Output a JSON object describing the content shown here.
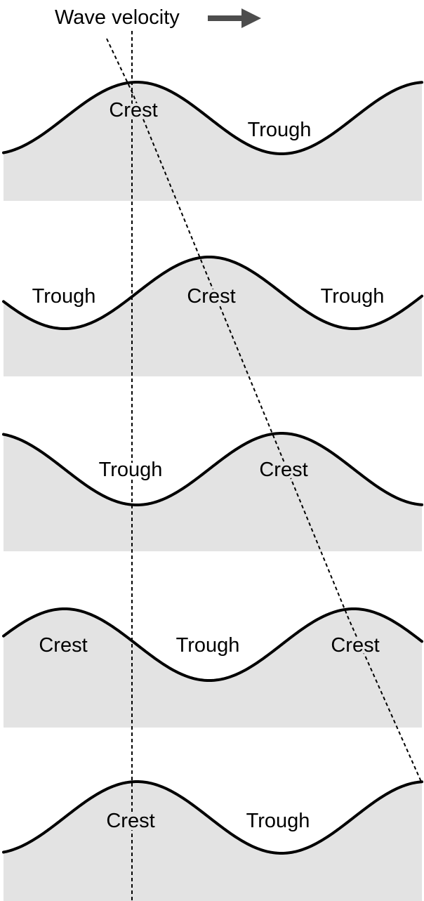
{
  "title": "Wave velocity",
  "arrow_icon": "right-arrow-icon",
  "colors": {
    "fill": "#e3e3e3",
    "wave": "#000000",
    "arrow": "#4d4d4d",
    "background": "#ffffff"
  },
  "panels": [
    {
      "labels": [
        "Crest",
        "Trough"
      ]
    },
    {
      "labels": [
        "Trough",
        "Crest",
        "Trough"
      ]
    },
    {
      "labels": [
        "Trough",
        "Crest"
      ]
    },
    {
      "labels": [
        "Crest",
        "Trough",
        "Crest"
      ]
    },
    {
      "labels": [
        "Crest",
        "Trough"
      ]
    }
  ]
}
